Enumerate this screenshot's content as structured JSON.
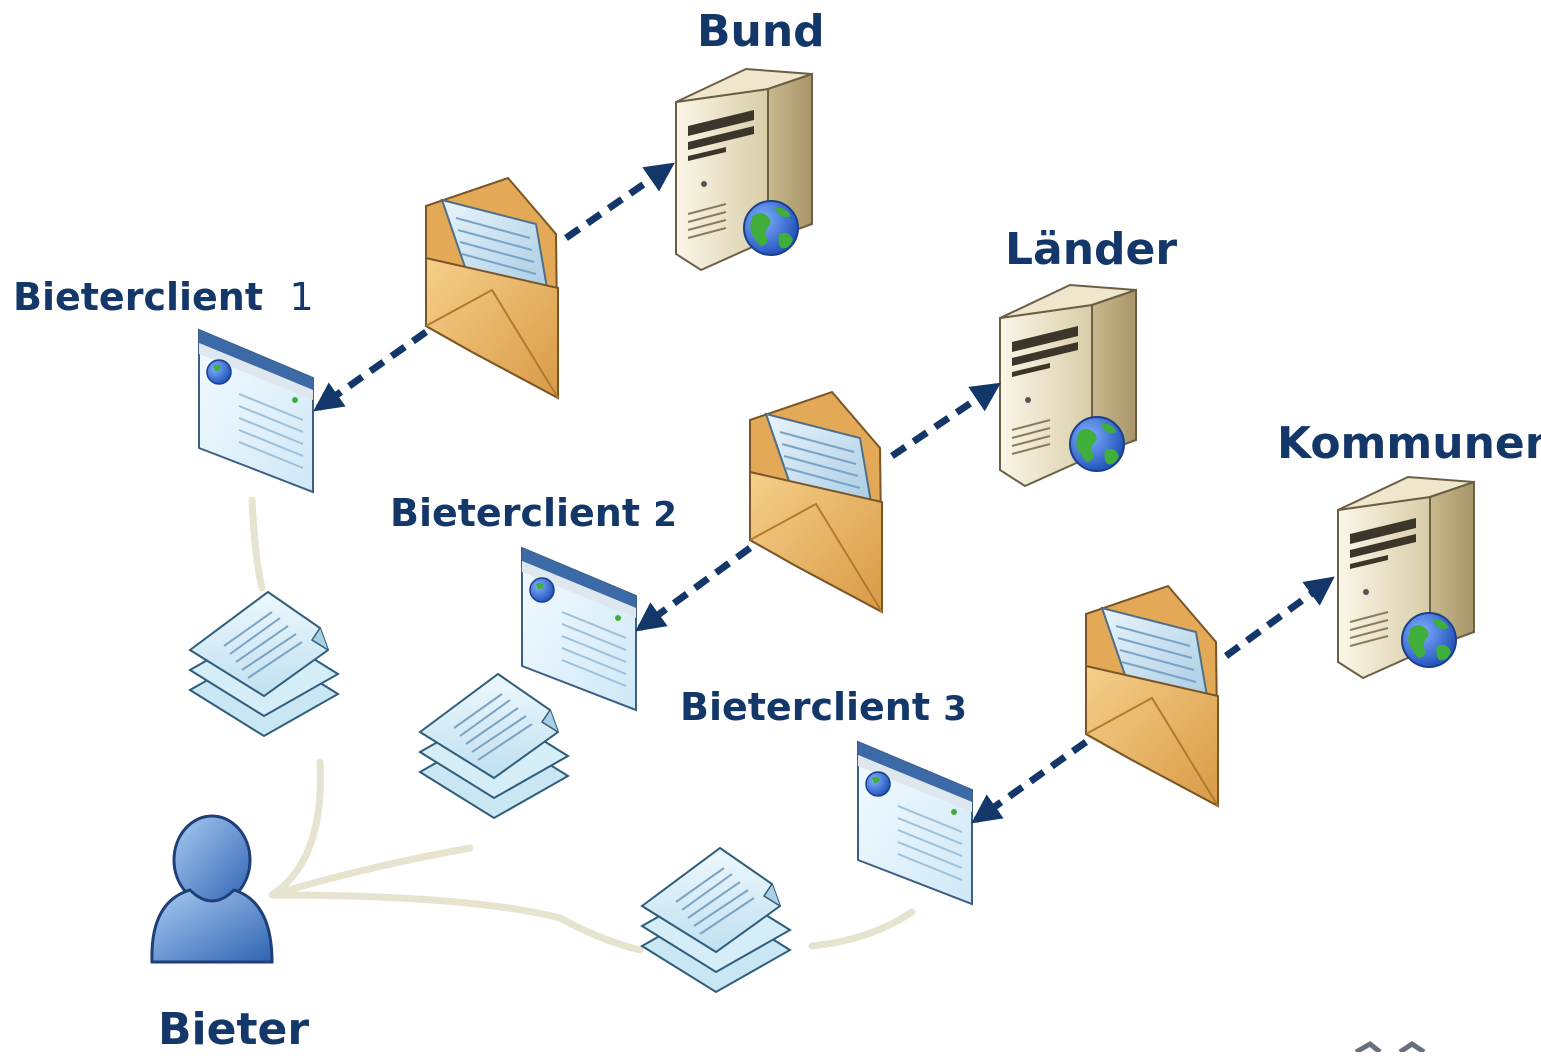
{
  "labels": {
    "bund": "Bund",
    "laender": "Länder",
    "kommunen": "Kommunen",
    "client1_name": "Bieterclient",
    "client1_num": "1",
    "client2_name": "Bieterclient",
    "client2_num": "2",
    "client3_name": "Bieterclient",
    "client3_num": "3",
    "bieter": "Bieter"
  },
  "colors": {
    "label": "#123768",
    "arrow": "#123768",
    "connector": "#e6e3cf",
    "server_body": "#e7dcc0",
    "envelope": "#e9b35e",
    "document": "#d7ecf7",
    "person": "#5b8fd0"
  },
  "icons": [
    "server-icon",
    "envelope-icon",
    "browser-window-icon",
    "document-stack-icon",
    "person-icon",
    "globe-icon"
  ]
}
